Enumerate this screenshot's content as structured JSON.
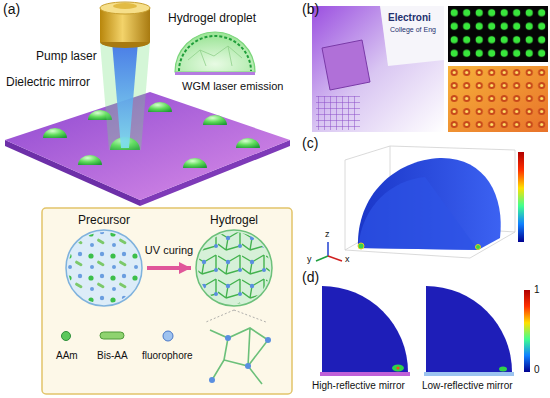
{
  "diagram": {
    "nodes": [
      {
        "text": [
          "Precursor"
        ]
      },
      {
        "text": [
          "Hydrogel"
        ]
      }
    ],
    "edges": [
      {
        "from": 0,
        "to": 1,
        "arrow": "to",
        "label": "UV curing"
      }
    ],
    "labels": [
      "(a)",
      "Pump laser",
      "Hydrogel droplet",
      "WGM laser emission",
      "Dielectric mirror",
      "AAm",
      "Bis-AA",
      "fluorophore",
      "(b)",
      "Electroni",
      "College of Eng",
      "(c)",
      "z",
      "y",
      "x",
      "(d)",
      "High-reflective mirror",
      "Low-reflective mirror",
      "1",
      "0"
    ]
  }
}
